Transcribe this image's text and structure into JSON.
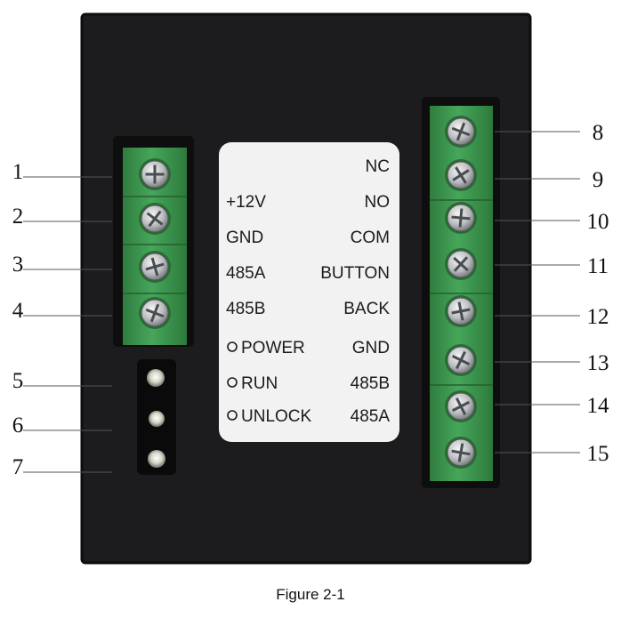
{
  "caption": "Figure 2-1",
  "label_card": {
    "left_labels": [
      "+12V",
      "GND",
      "485A",
      "485B"
    ],
    "right_labels": [
      "NC",
      "NO",
      "COM",
      "BUTTON",
      "BACK",
      "GND",
      "485B",
      "485A"
    ],
    "indicators": [
      "POWER",
      "RUN",
      "UNLOCK"
    ]
  },
  "callouts_left": [
    "1",
    "2",
    "3",
    "4",
    "5",
    "6",
    "7"
  ],
  "callouts_right": [
    "8",
    "9",
    "10",
    "11",
    "12",
    "13",
    "14",
    "15"
  ],
  "colors": {
    "panel": "#1c1c1e",
    "terminal_green": "#3f9a52",
    "label_card": "#f2f2f2"
  }
}
